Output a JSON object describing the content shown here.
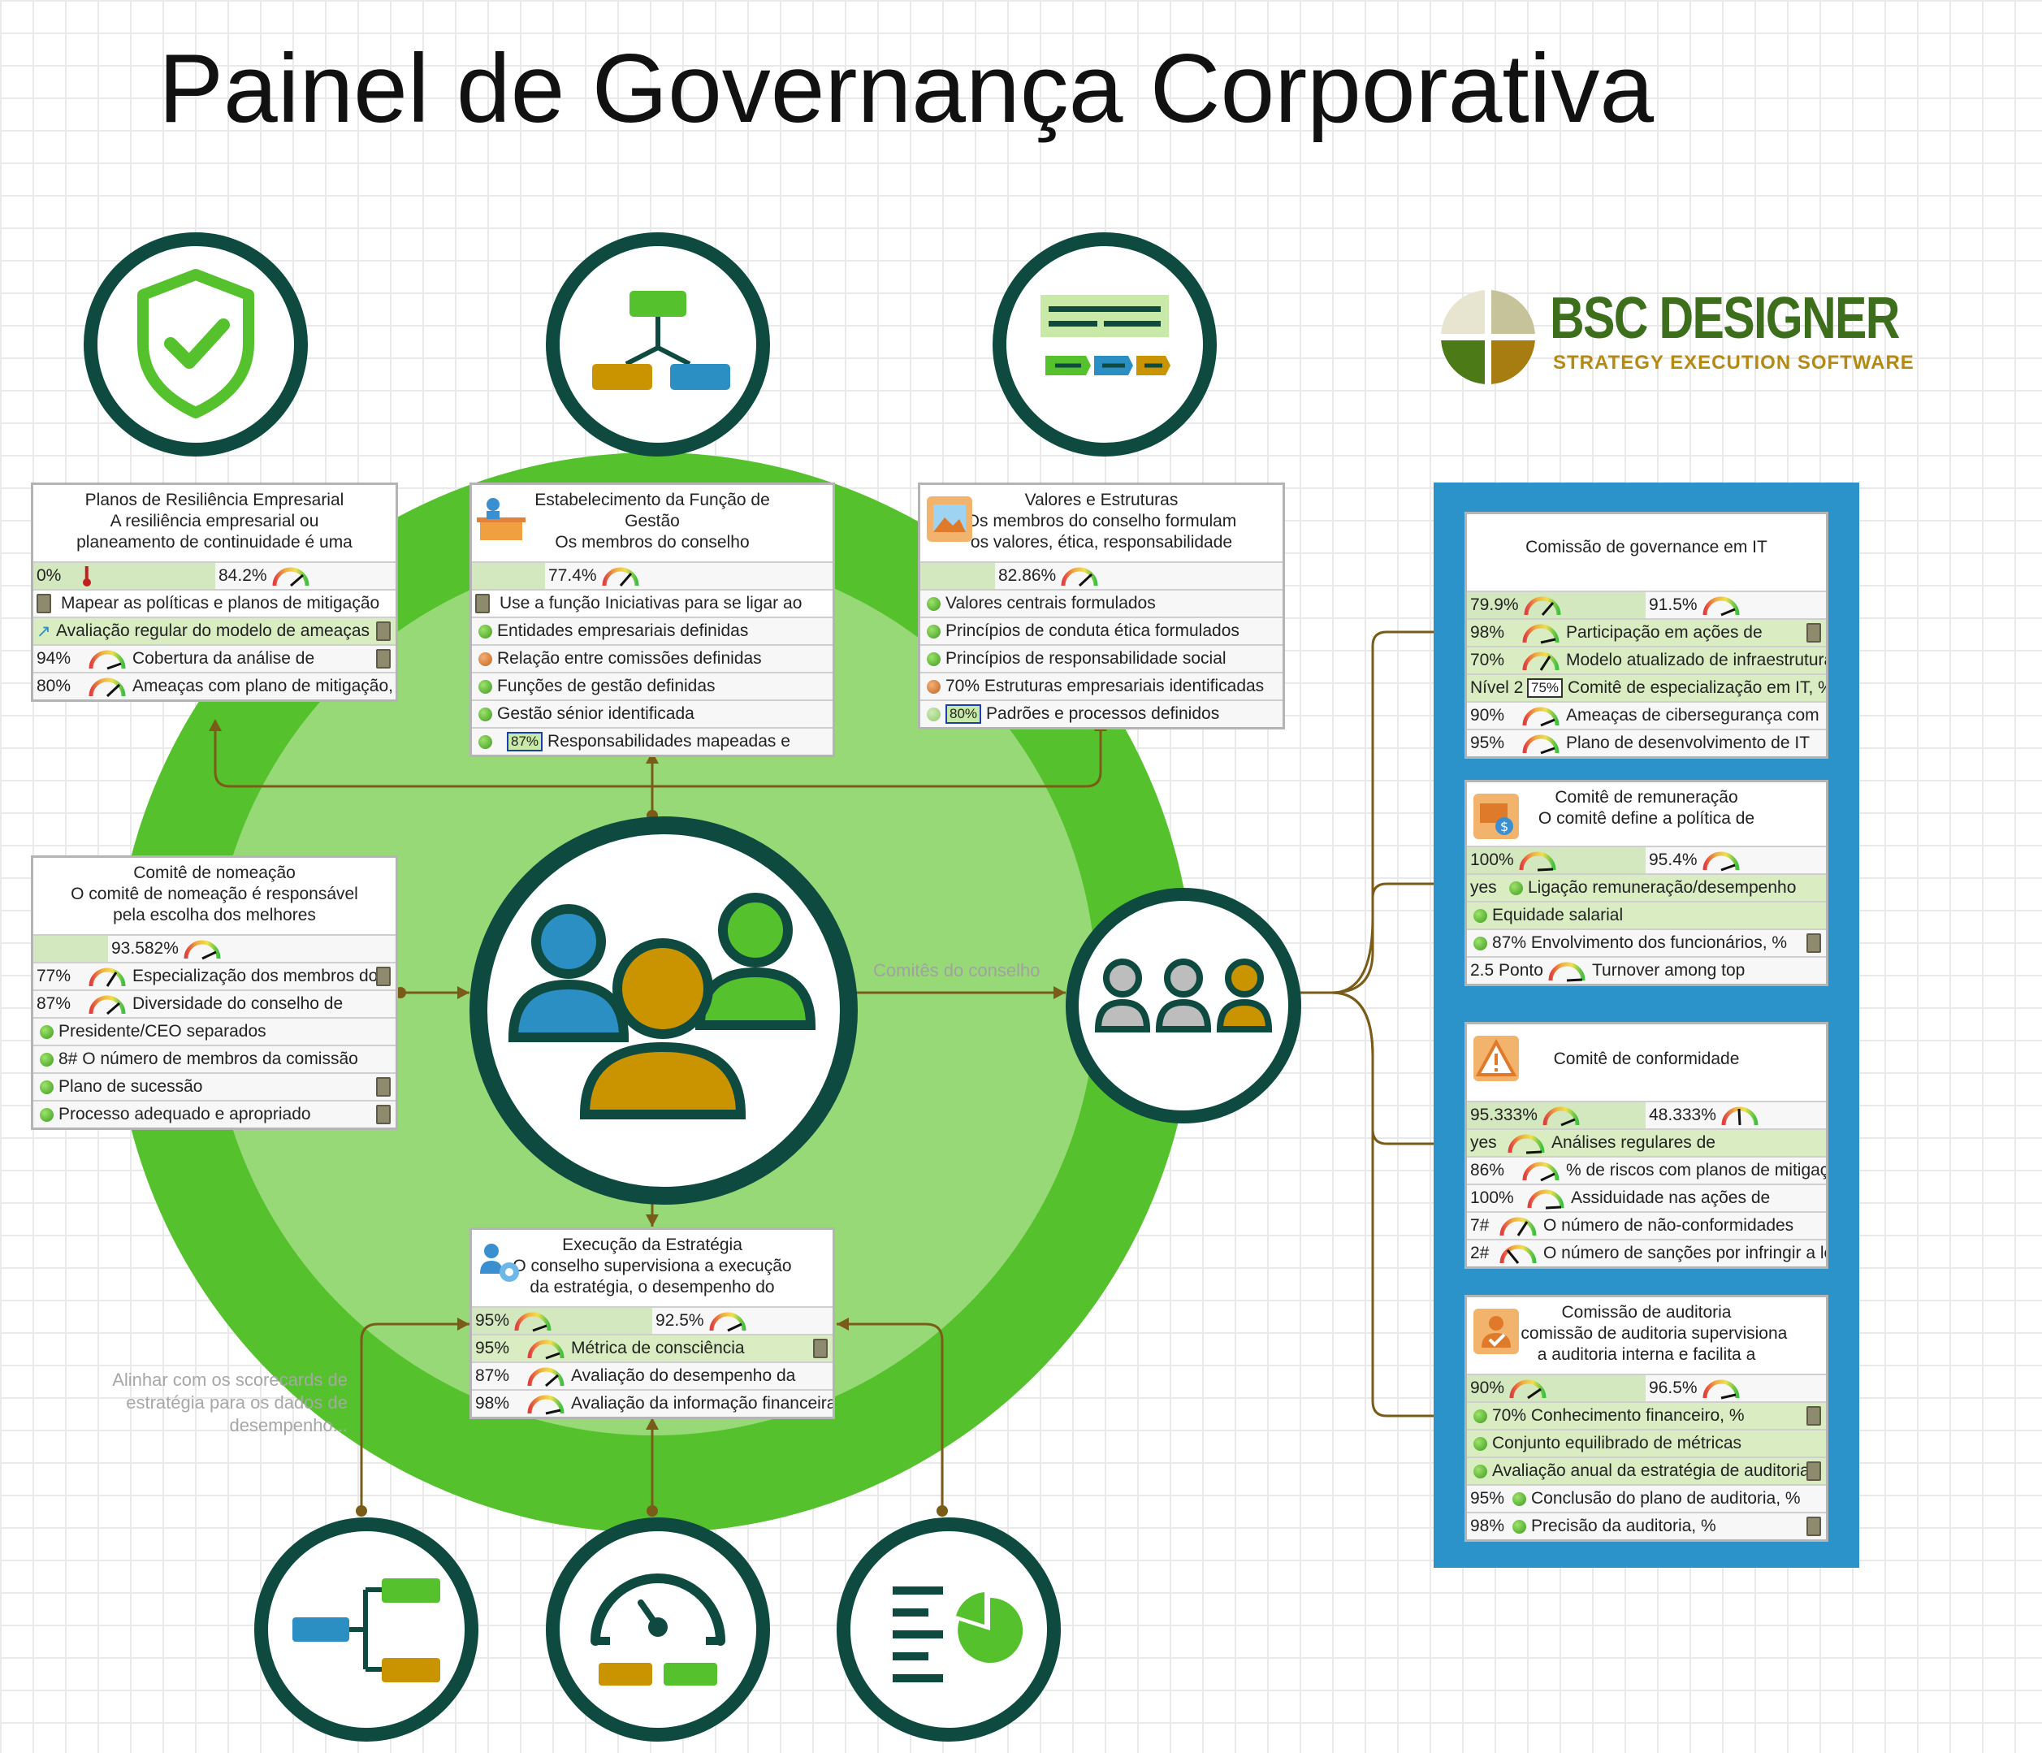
{
  "title": "Painel de Governança Corporativa",
  "logo": {
    "name": "BSC DESIGNER",
    "tagline": "STRATEGY EXECUTION SOFTWARE"
  },
  "center_label": "Comitês do conselho",
  "note": [
    "Alinhar com os scorecards de",
    "estratégia para os dados de",
    "desempenho..."
  ],
  "colors": {
    "dark_green": "#0e4a40",
    "bright_green": "#55c22d",
    "light_green": "#8fd66a",
    "blue_panel": "#2b93c9",
    "gold": "#c99400",
    "blue_person": "#2b8fc4"
  },
  "icons": [
    "shield-check-icon",
    "org-chart-icon",
    "values-icon",
    "people-group-icon",
    "committees-icon",
    "tree-structure-icon",
    "dashboard-gauge-icon",
    "report-chart-icon"
  ],
  "cards": {
    "resiliencia": {
      "title": [
        "Planos de Resiliência Empresarial",
        "A resiliência empresarial ou",
        "planeamento de continuidade é uma"
      ],
      "m1": "0%",
      "m2": "84.2%",
      "rows": [
        {
          "text": "Mapear as políticas e planos de mitigação"
        },
        {
          "text": "Avaliação regular do modelo de ameaças"
        },
        {
          "value": "94%",
          "text": "Cobertura da análise de"
        },
        {
          "value": "80%",
          "text": "Ameaças com plano de mitigação, %"
        }
      ]
    },
    "funcao": {
      "title": [
        "Estabelecimento da Função de",
        "Gestão",
        "Os membros do conselho"
      ],
      "m1": "77.4%",
      "rows": [
        {
          "text": "Use a função Iniciativas para se ligar ao"
        },
        {
          "text": "Entidades empresariais definidas"
        },
        {
          "text": "Relação entre comissões definidas"
        },
        {
          "text": "Funções de gestão definidas"
        },
        {
          "text": "Gestão sénior identificada"
        },
        {
          "pct": "87%",
          "text": "Responsabilidades mapeadas e"
        }
      ]
    },
    "valores": {
      "title": [
        "Valores e Estruturas",
        "Os membros do conselho formulam",
        "os valores, ética, responsabilidade"
      ],
      "m1": "82.86%",
      "rows": [
        {
          "text": "Valores centrais formulados"
        },
        {
          "text": "Princípios de conduta ética formulados"
        },
        {
          "text": "Princípios de responsabilidade social"
        },
        {
          "text": "70% Estruturas empresariais identificadas"
        },
        {
          "pct": "80%",
          "text": "Padrões e processos definidos"
        }
      ]
    },
    "nomeacao": {
      "title": [
        "Comitê de nomeação",
        "O comitê de nomeação é responsável",
        "pela escolha dos melhores"
      ],
      "m1": "93.582%",
      "rows": [
        {
          "value": "77%",
          "text": "Especialização dos membros do"
        },
        {
          "value": "87%",
          "text": "Diversidade do conselho de"
        },
        {
          "text": "Presidente/CEO separados"
        },
        {
          "text": "8# O número de membros da comissão"
        },
        {
          "text": "Plano de sucessão"
        },
        {
          "text": "Processo adequado e apropriado"
        }
      ]
    },
    "execucao": {
      "title": [
        "Execução da Estratégia",
        "O conselho supervisiona a execução",
        "da estratégia, o desempenho do"
      ],
      "m1": "95%",
      "m2": "92.5%",
      "rows": [
        {
          "value": "95%",
          "text": "Métrica de consciência"
        },
        {
          "value": "87%",
          "text": "Avaliação do desempenho da"
        },
        {
          "value": "98%",
          "text": "Avaliação da informação financeira"
        }
      ]
    },
    "it": {
      "title": [
        "Comissão de governance em IT"
      ],
      "m1": "79.9%",
      "m2": "91.5%",
      "rows": [
        {
          "value": "98%",
          "text": "Participação em ações de"
        },
        {
          "value": "70%",
          "text": "Modelo atualizado de infraestrutura"
        },
        {
          "value": "Nível 2",
          "pct": "75%",
          "text": "Comitê de especialização em IT, %"
        },
        {
          "value": "90%",
          "text": "Ameaças de cibersegurança com"
        },
        {
          "value": "95%",
          "text": "Plano de desenvolvimento de IT"
        }
      ]
    },
    "remuneracao": {
      "title": [
        "Comitê de remuneração",
        "O comitê define a política de"
      ],
      "m1": "100%",
      "m2": "95.4%",
      "rows": [
        {
          "value": "yes",
          "text": "Ligação remuneração/desempenho"
        },
        {
          "text": "Equidade salarial"
        },
        {
          "text": "87% Envolvimento dos funcionários, %"
        },
        {
          "value": "2.5 Ponto",
          "text": "Turnover among top"
        }
      ]
    },
    "conformidade": {
      "title": [
        "Comitê de conformidade"
      ],
      "m1": "95.333%",
      "m2": "48.333%",
      "rows": [
        {
          "value": "yes",
          "text": "Análises regulares de"
        },
        {
          "value": "86%",
          "text": "% de riscos com planos de mitigação"
        },
        {
          "value": "100%",
          "text": "Assiduidade nas ações de"
        },
        {
          "value": "7#",
          "text": "O número de não-conformidades"
        },
        {
          "value": "2#",
          "text": "O número de sanções por infringir a lei"
        }
      ]
    },
    "auditoria": {
      "title": [
        "Comissão de auditoria",
        "A comissão de auditoria supervisiona",
        "a auditoria interna e facilita a"
      ],
      "m1": "90%",
      "m2": "96.5%",
      "rows": [
        {
          "text": "70% Conhecimento financeiro, %"
        },
        {
          "text": "Conjunto equilibrado de métricas"
        },
        {
          "text": "Avaliação anual da estratégia de auditoria"
        },
        {
          "value": "95%",
          "text": "Conclusão do plano de auditoria, %"
        },
        {
          "value": "98%",
          "text": "Precisão da auditoria, %"
        }
      ]
    }
  }
}
